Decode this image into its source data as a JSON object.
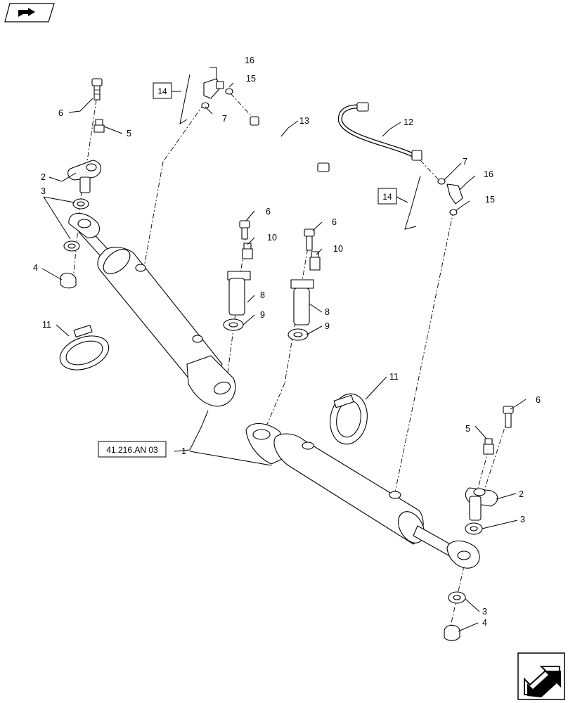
{
  "callouts": {
    "c1": "1",
    "c2a": "2",
    "c2b": "2",
    "c3a": "3",
    "c3b": "3",
    "c3c": "3",
    "c4a": "4",
    "c4b": "4",
    "c5a": "5",
    "c5b": "5",
    "c6a": "6",
    "c6b": "6",
    "c6c": "6",
    "c6d": "6",
    "c7a": "7",
    "c7b": "7",
    "c8a": "8",
    "c8b": "8",
    "c9a": "9",
    "c9b": "9",
    "c10a": "10",
    "c10b": "10",
    "c11a": "11",
    "c11b": "11",
    "c12": "12",
    "c13": "13",
    "c15a": "15",
    "c15b": "15",
    "c16a": "16",
    "c16b": "16"
  },
  "boxes": {
    "box14a": "14",
    "box14b": "14",
    "ref": "41.216.AN 03"
  },
  "icons": {
    "top_left": "book-arrow-icon",
    "bottom_right": "next-page-arrow-icon"
  }
}
